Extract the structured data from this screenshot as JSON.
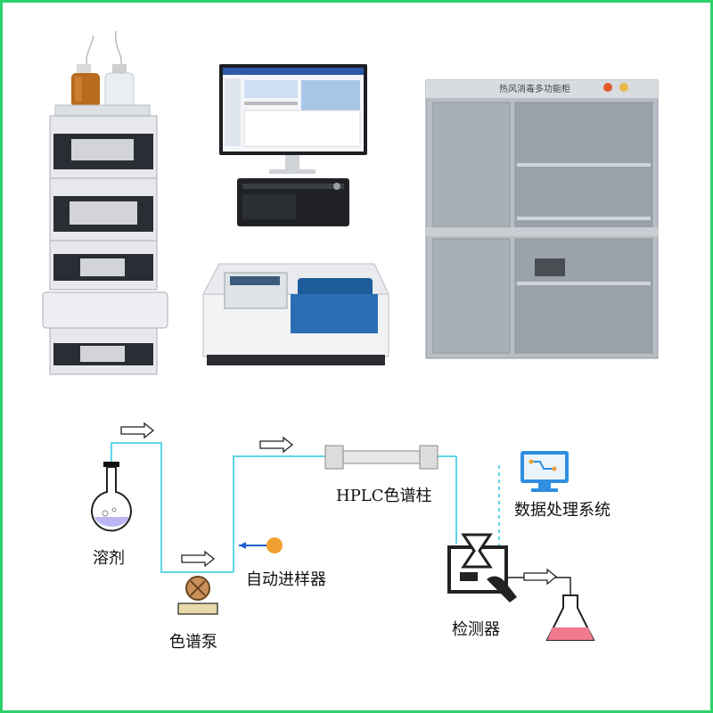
{
  "photos": {
    "hplc_system": "HPLC instrument stack",
    "computer": "computer workstation",
    "uv_spectrophotometer": "UV-Vis spectrophotometer",
    "cabinet": {
      "sign_text": "热风消毒多功能柜"
    }
  },
  "flow_diagram": {
    "labels": {
      "solvent": "溶剂",
      "pump": "色谱泵",
      "autosampler": "自动进样器",
      "column": "HPLC色谱柱",
      "detector": "检测器",
      "data_system": "数据处理系统"
    },
    "colors": {
      "tubing": "#5fd6e6",
      "sampler_dot": "#f0a030",
      "sampler_line": "#1f5fcf",
      "flask_liquid": "#b9b6f3",
      "erlenmeyer_liquid": "#f07a8e",
      "border": "#2fd26a"
    }
  }
}
